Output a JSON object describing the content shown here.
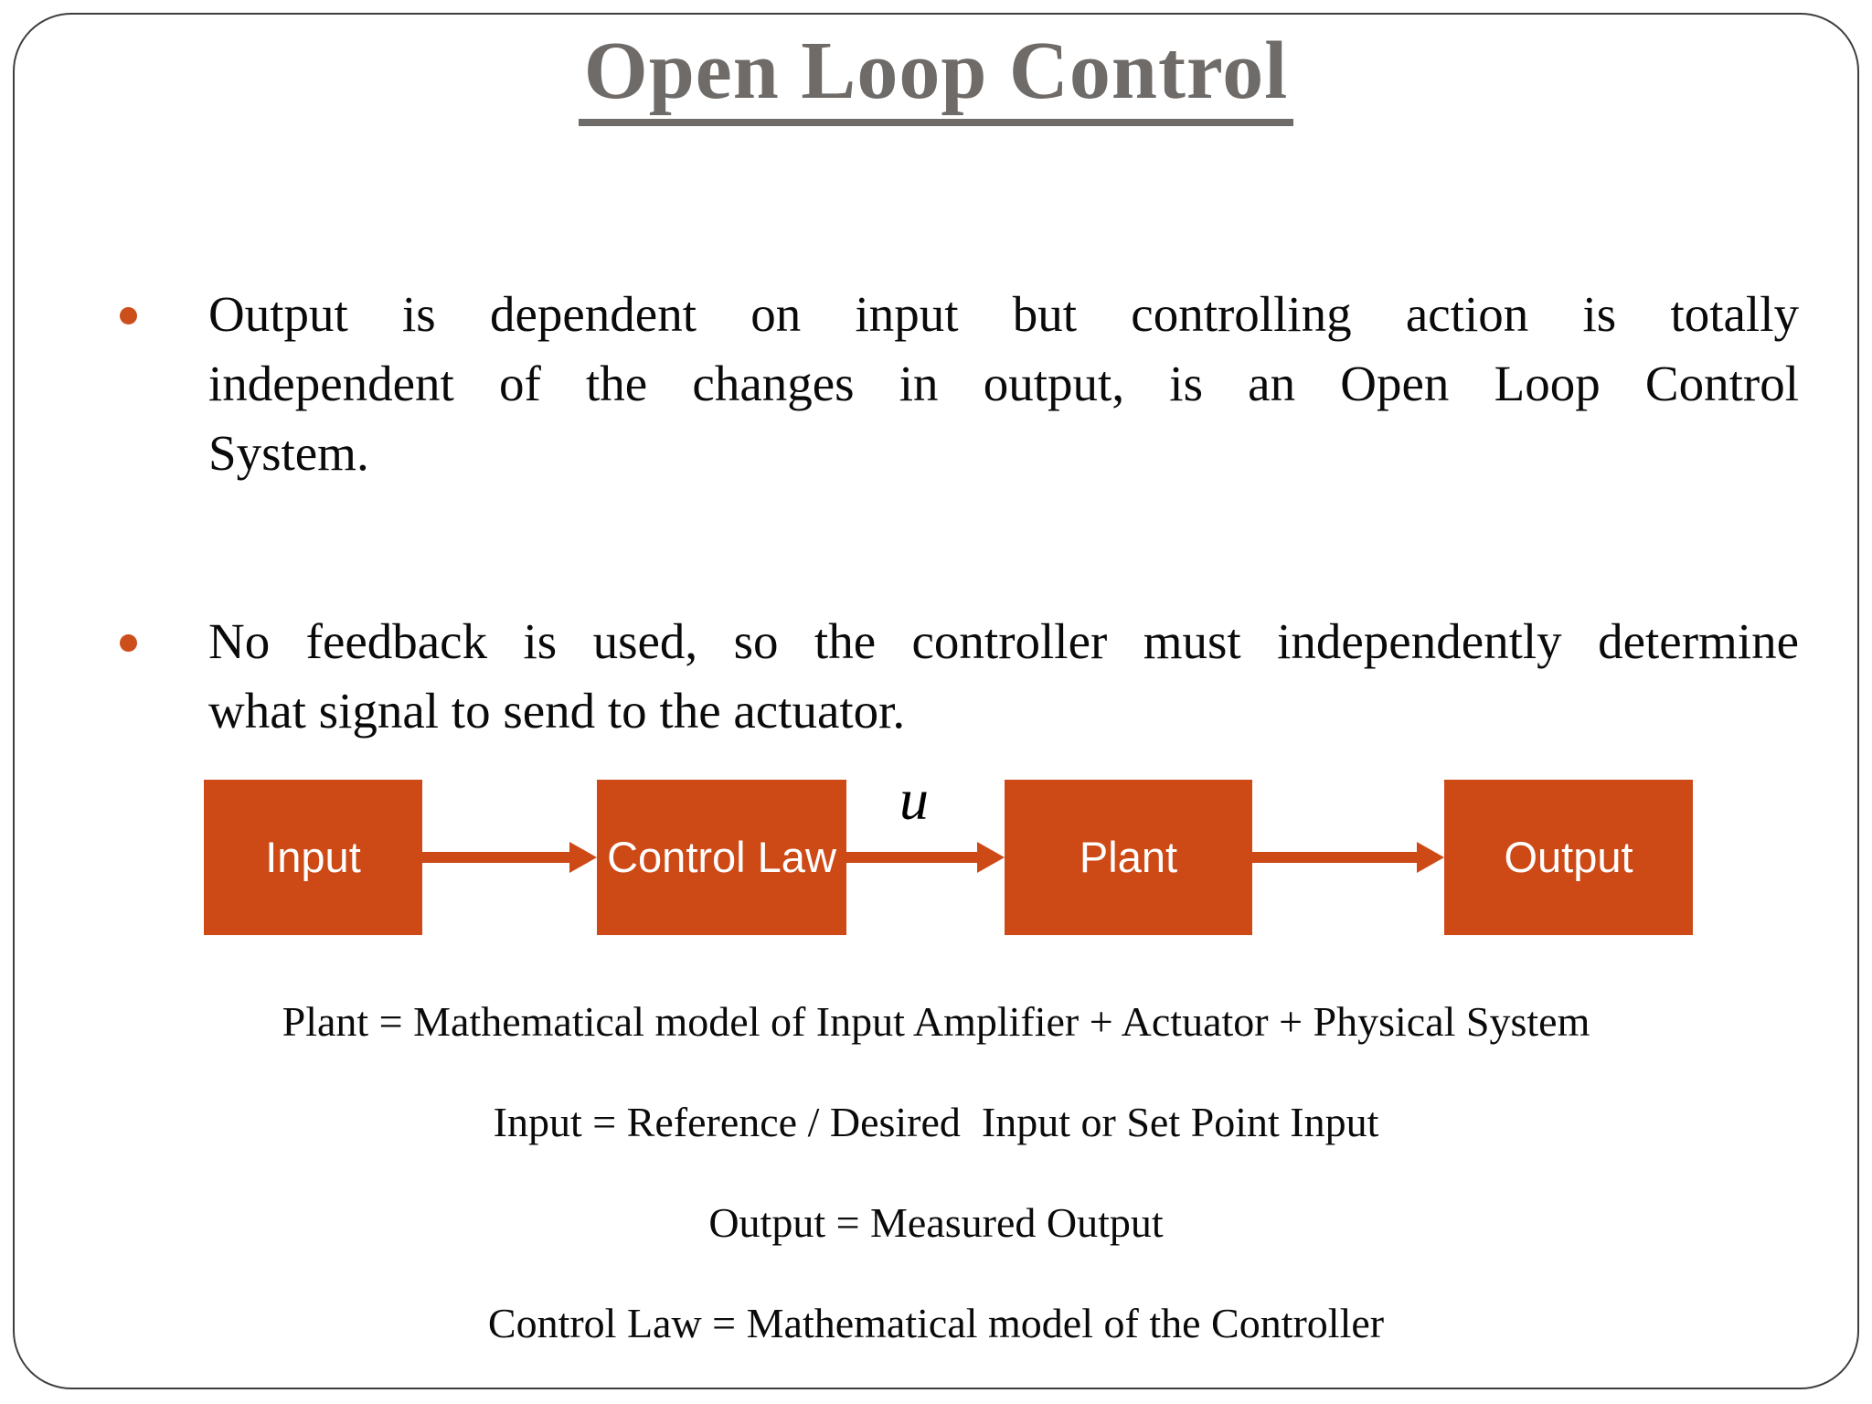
{
  "slide": {
    "title": "Open Loop Control",
    "bullets": [
      {
        "lines": [
          "Output is dependent on input but controlling action is totally",
          "independent of the changes in output, is an Open Loop Control",
          "System."
        ]
      },
      {
        "lines": [
          "No feedback is used, so the controller must independently determine",
          "what signal to send to the actuator."
        ]
      }
    ],
    "diagram": {
      "blocks": [
        {
          "label": "Input"
        },
        {
          "label": "Control Law"
        },
        {
          "label": "Plant"
        },
        {
          "label": "Output"
        }
      ],
      "signal_label": "u"
    },
    "definitions": [
      "Plant = Mathematical model of Input Amplifier + Actuator + Physical System",
      "Input = Reference / Desired  Input or Set Point Input",
      "Output = Measured Output",
      "Control Law = Mathematical model of the Controller"
    ],
    "colors": {
      "box_fill": "#cd4a17",
      "bullet_dot": "#cc4e1b",
      "title_gray": "#6f6b68"
    }
  }
}
